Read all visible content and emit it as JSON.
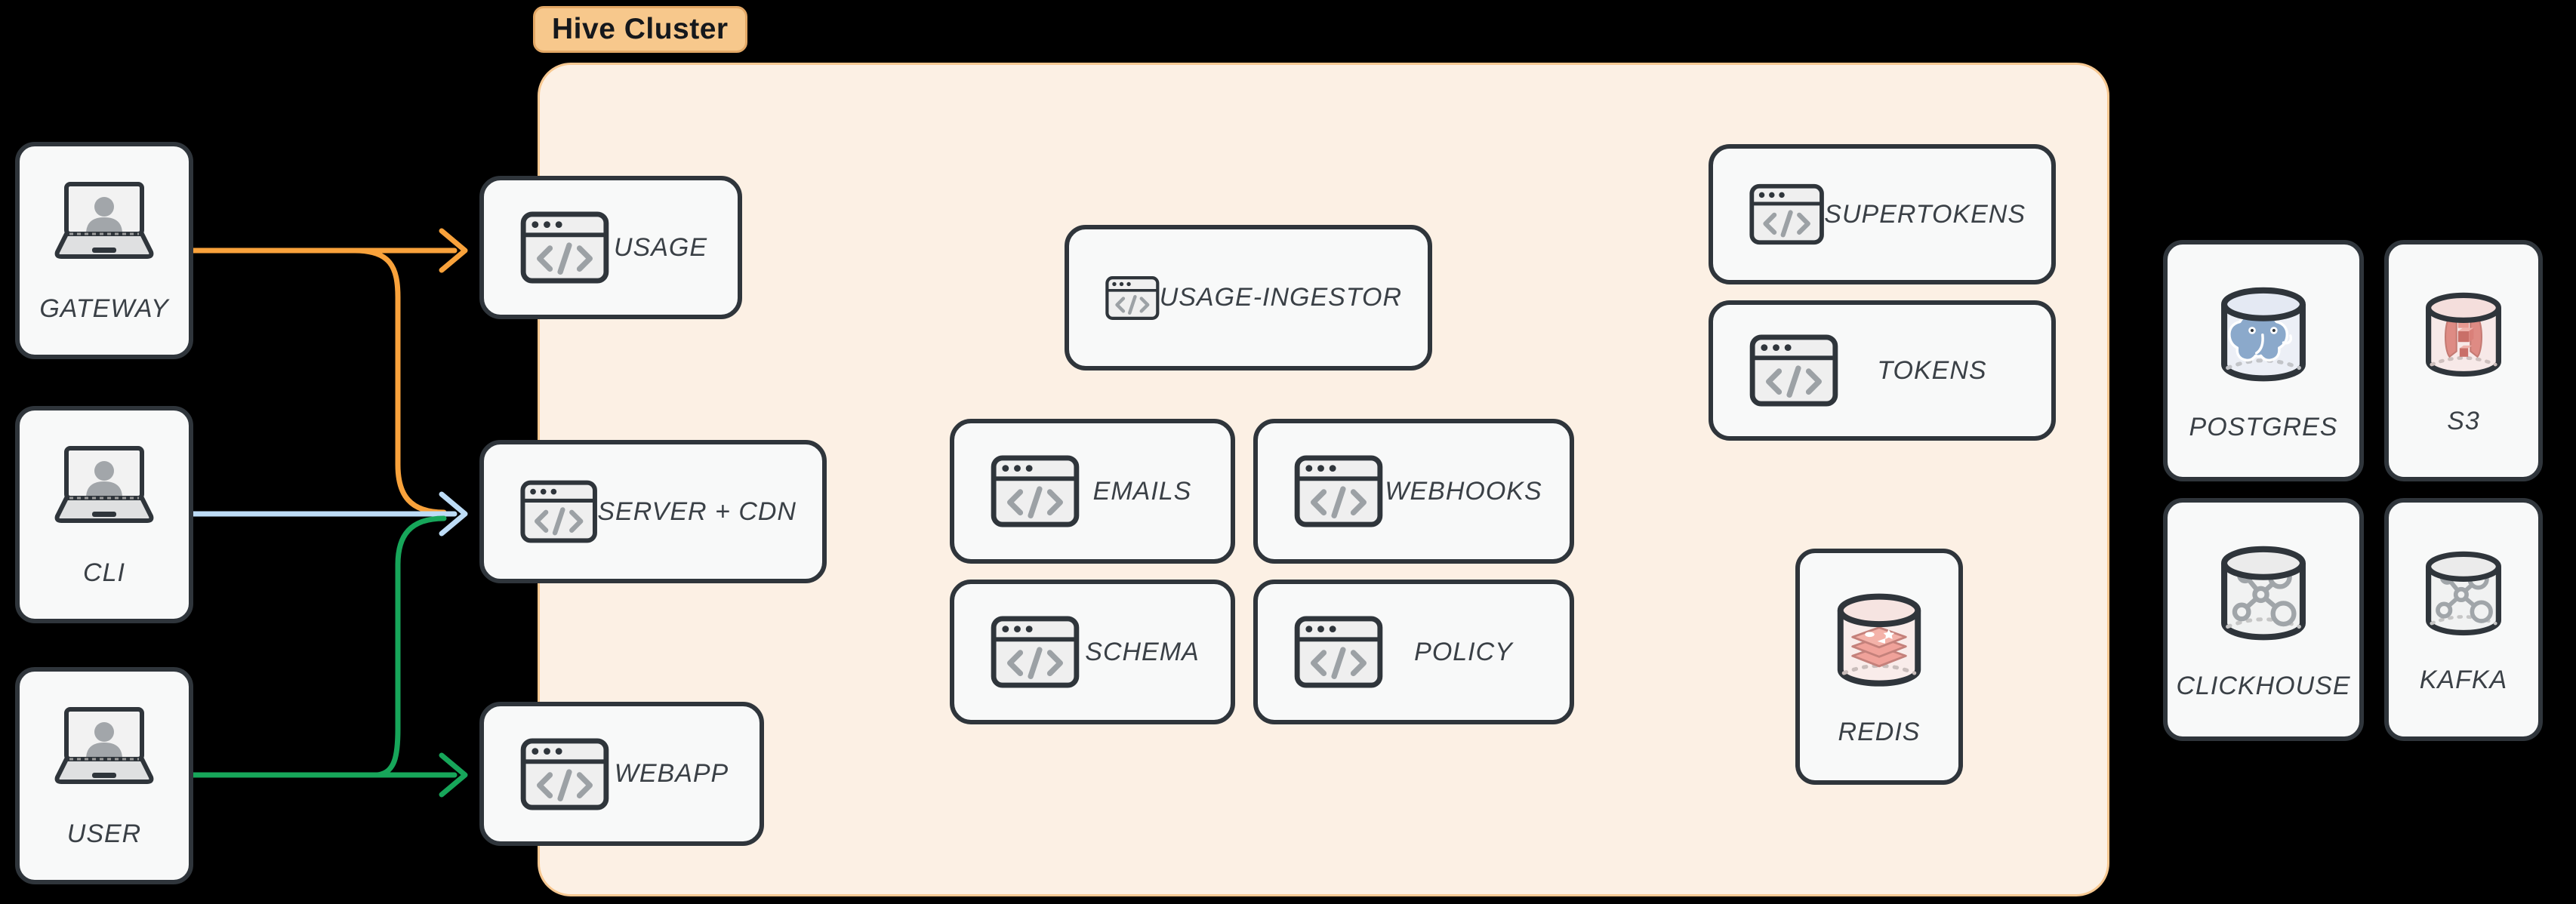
{
  "cluster": {
    "label": "Hive Cluster",
    "fill": "#FCF0E4",
    "border": "#F7C891"
  },
  "clients": [
    {
      "label": "GATEWAY"
    },
    {
      "label": "CLI"
    },
    {
      "label": "USER"
    }
  ],
  "services": [
    {
      "label": "USAGE"
    },
    {
      "label": "SERVER + CDN"
    },
    {
      "label": "WEBAPP"
    },
    {
      "label": "USAGE-INGESTOR"
    },
    {
      "label": "EMAILS"
    },
    {
      "label": "WEBHOOKS"
    },
    {
      "label": "SCHEMA"
    },
    {
      "label": "POLICY"
    },
    {
      "label": "SUPERTOKENS"
    },
    {
      "label": "TOKENS"
    },
    {
      "label": "REDIS"
    }
  ],
  "stores": [
    {
      "label": "POSTGRES"
    },
    {
      "label": "S3"
    },
    {
      "label": "CLICKHOUSE"
    },
    {
      "label": "KAFKA"
    }
  ],
  "connections": [
    {
      "from": "GATEWAY",
      "to": "USAGE",
      "color": "#F9A23B"
    },
    {
      "from": "GATEWAY",
      "to": "SERVER + CDN",
      "color": "#F9A23B"
    },
    {
      "from": "CLI",
      "to": "SERVER + CDN",
      "color": "#BDDCF6"
    },
    {
      "from": "USER",
      "to": "SERVER + CDN",
      "color": "#17A65A"
    },
    {
      "from": "USER",
      "to": "WEBAPP",
      "color": "#17A65A"
    }
  ],
  "icons": {
    "client": "laptop-user-icon",
    "service": "browser-code-icon",
    "store": "database-cylinder-icon"
  }
}
